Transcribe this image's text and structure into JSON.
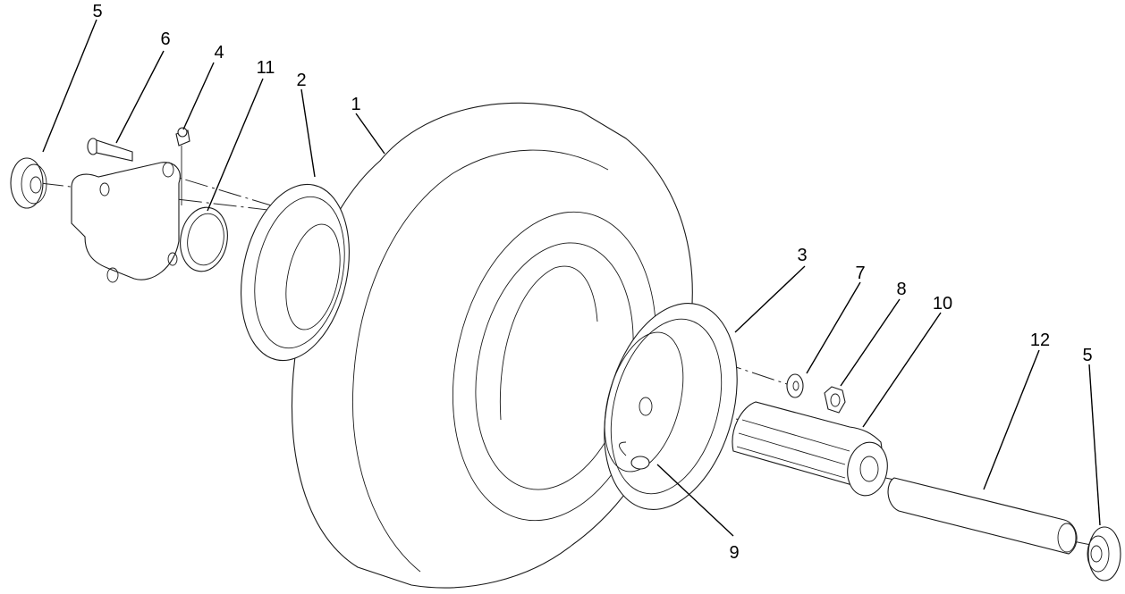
{
  "diagram": {
    "type": "exploded-parts-view",
    "callouts": [
      {
        "id": "c1",
        "text": "1"
      },
      {
        "id": "c2",
        "text": "2"
      },
      {
        "id": "c3",
        "text": "3"
      },
      {
        "id": "c4",
        "text": "4"
      },
      {
        "id": "c5a",
        "text": "5"
      },
      {
        "id": "c5b",
        "text": "5"
      },
      {
        "id": "c6",
        "text": "6"
      },
      {
        "id": "c7",
        "text": "7"
      },
      {
        "id": "c8",
        "text": "8"
      },
      {
        "id": "c9",
        "text": "9"
      },
      {
        "id": "c10",
        "text": "10"
      },
      {
        "id": "c11",
        "text": "11"
      },
      {
        "id": "c12",
        "text": "12"
      }
    ]
  }
}
